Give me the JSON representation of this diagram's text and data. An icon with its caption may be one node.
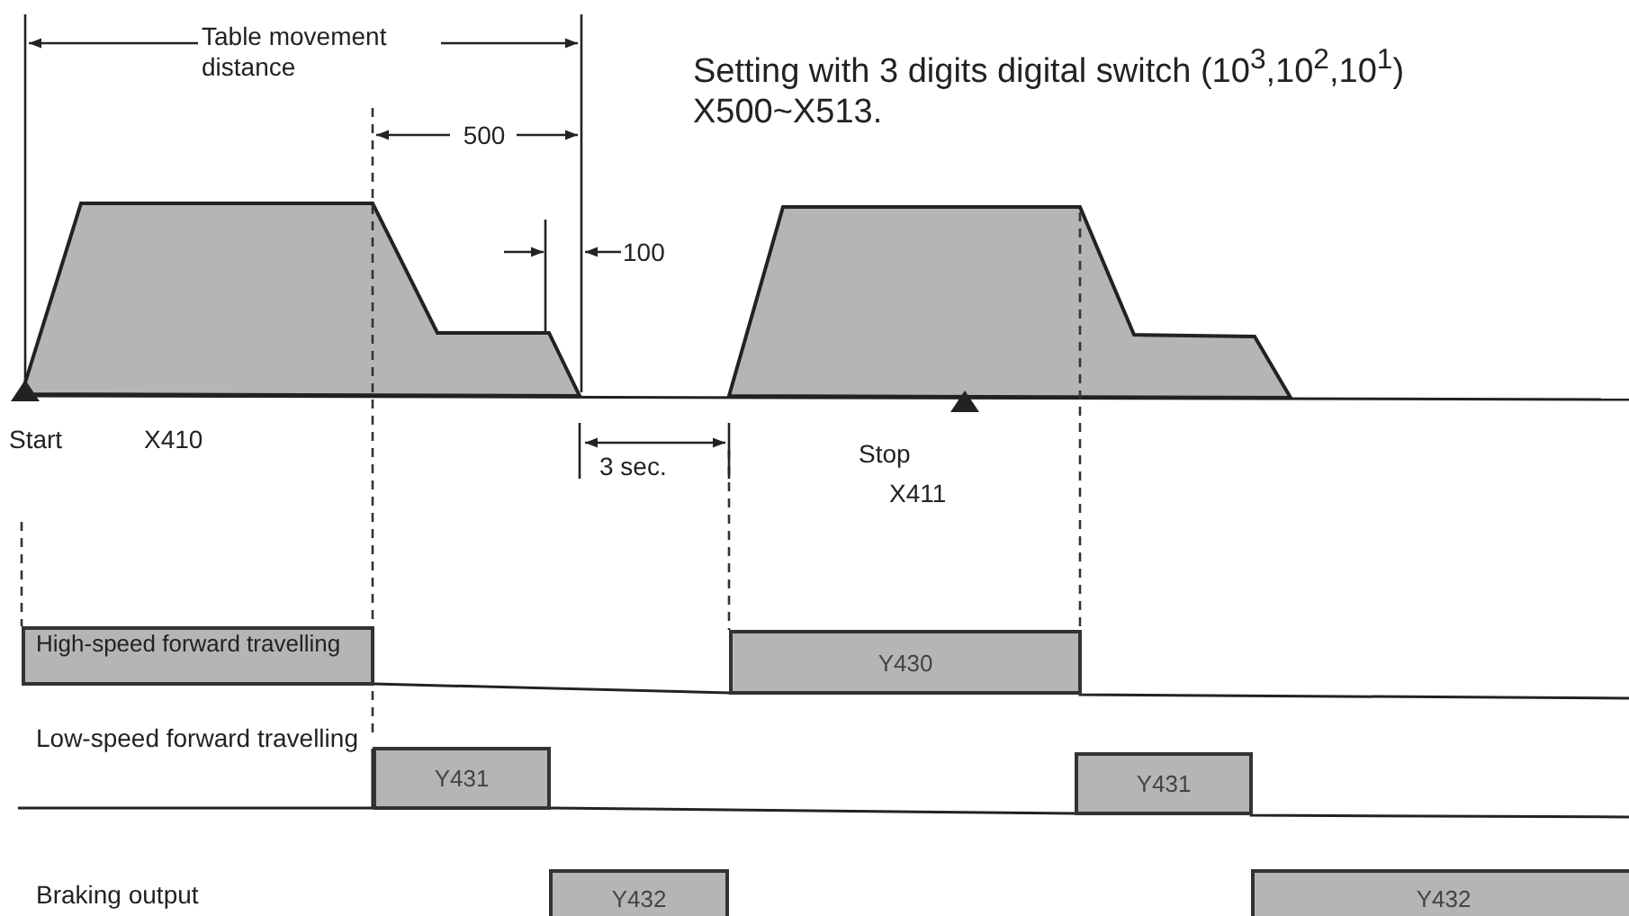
{
  "diagram": {
    "nodes": [
      {
        "text": [],
        "shape": "bar"
      },
      {
        "text": [
          "Y430"
        ]
      },
      {
        "text": [
          "Y431"
        ]
      },
      {
        "text": [
          "Y431"
        ]
      },
      {
        "text": [
          "Y432"
        ]
      },
      {
        "text": [
          "Y432"
        ]
      }
    ],
    "edges": [
      {
        "from": 0,
        "to": 1,
        "arrow": "none"
      },
      {
        "from": 2,
        "to": 3,
        "arrow": "none"
      }
    ],
    "labels": [
      "Table movement distance",
      "500",
      "100",
      "Setting with 3 digits digital switch (10$^{3}$,10$^{2}$,10$^{1}$) X500~X513.",
      "Start",
      "X410",
      "3 sec.",
      "Stop",
      "X411",
      "High-speed forward travelling",
      "Low-speed forward travelling",
      "Braking output"
    ]
  }
}
